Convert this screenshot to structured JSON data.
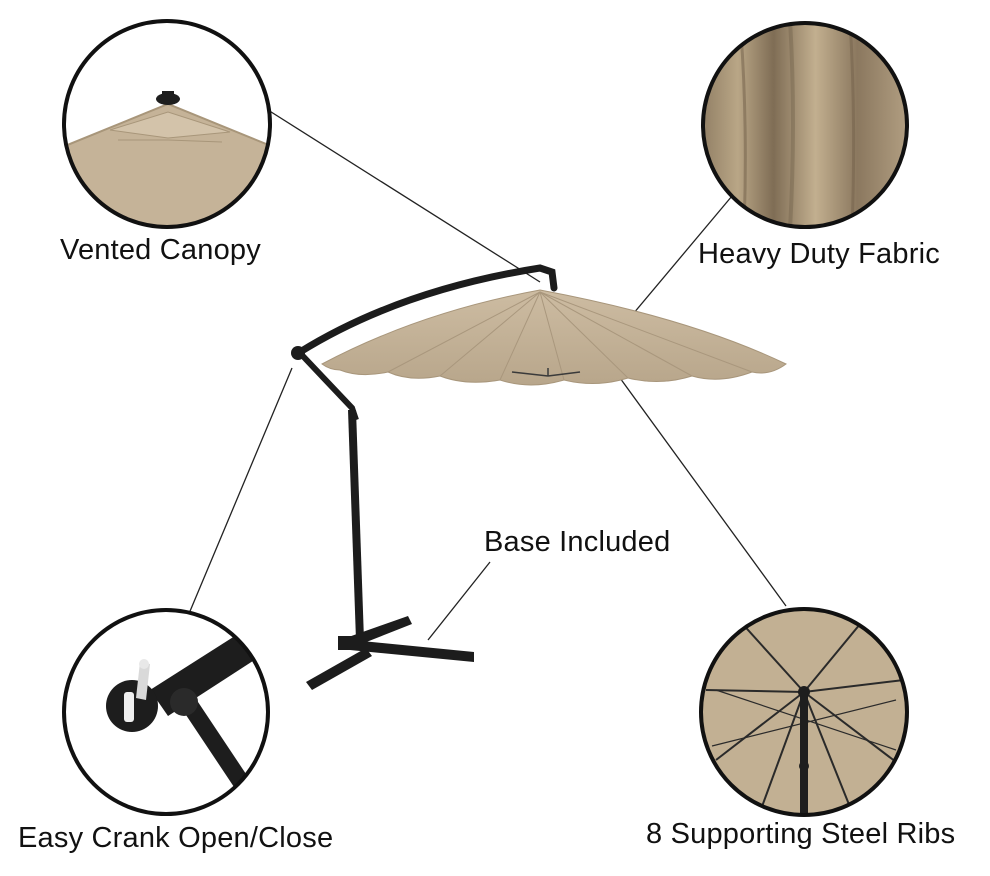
{
  "callouts": {
    "vented_canopy": "Vented Canopy",
    "heavy_duty_fabric": "Heavy Duty Fabric",
    "base_included": "Base Included",
    "easy_crank": "Easy Crank Open/Close",
    "steel_ribs": "8 Supporting Steel Ribs"
  },
  "colors": {
    "canopy": "#c6b49a",
    "canopy_shadow": "#a9977d",
    "frame": "#1c1c1c",
    "leader_line": "#222222",
    "text": "#111111"
  }
}
